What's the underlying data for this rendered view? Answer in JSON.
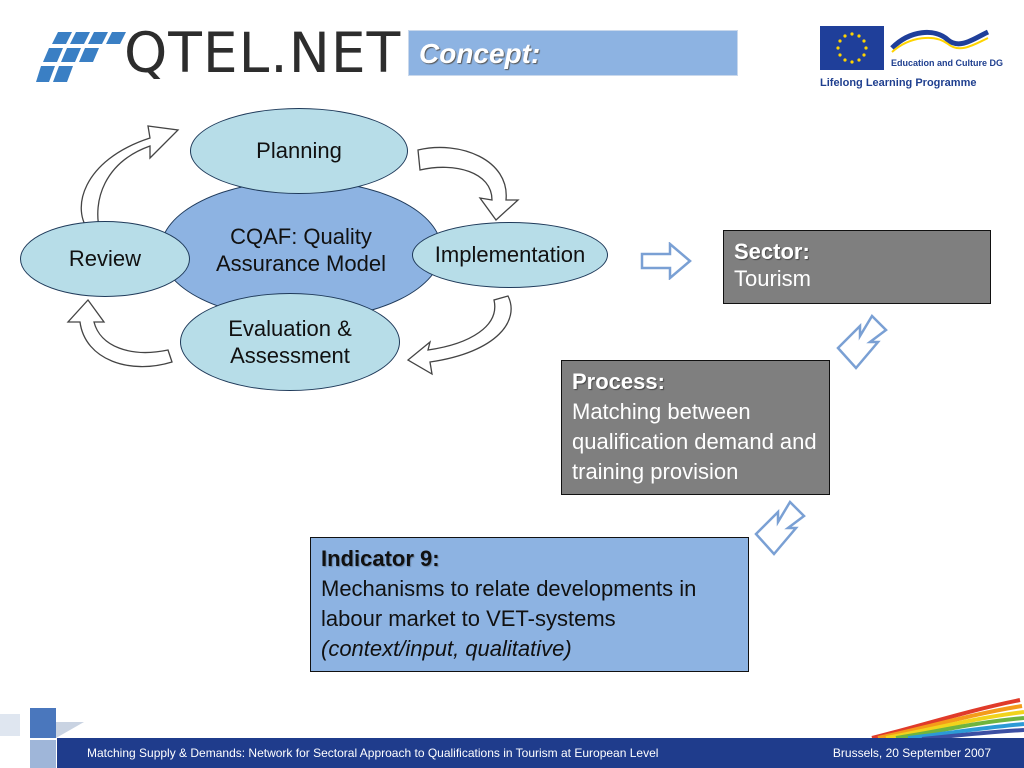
{
  "header": {
    "logo_text": "QTEL.NET",
    "title": "Concept:",
    "eu_logo": {
      "line1": "Education and Culture DG",
      "line2": "Lifelong Learning Programme"
    }
  },
  "diagram": {
    "center": "CQAF: Quality Assurance Model",
    "planning": "Planning",
    "review": "Review",
    "implementation": "Implementation",
    "evaluation": "Evaluation & Assessment"
  },
  "sector": {
    "head": "Sector:",
    "text": "Tourism"
  },
  "process": {
    "head": "Process:",
    "text": "Matching between qualification demand and training provision"
  },
  "indicator": {
    "head": "Indicator 9:",
    "text": "Mechanisms to relate developments in labour market to VET-systems",
    "note": "(context/input, qualitative)"
  },
  "footer": {
    "left": "Matching Supply & Demands: Network for Sectoral Approach to Qualifications in Tourism at European Level",
    "right": "Brussels, 20 September 2007"
  },
  "colors": {
    "box_blue": "#8db3e2",
    "oval_light": "#b7dde8",
    "box_gray": "#7f7f7f",
    "footer_blue": "#1f3c8c"
  }
}
